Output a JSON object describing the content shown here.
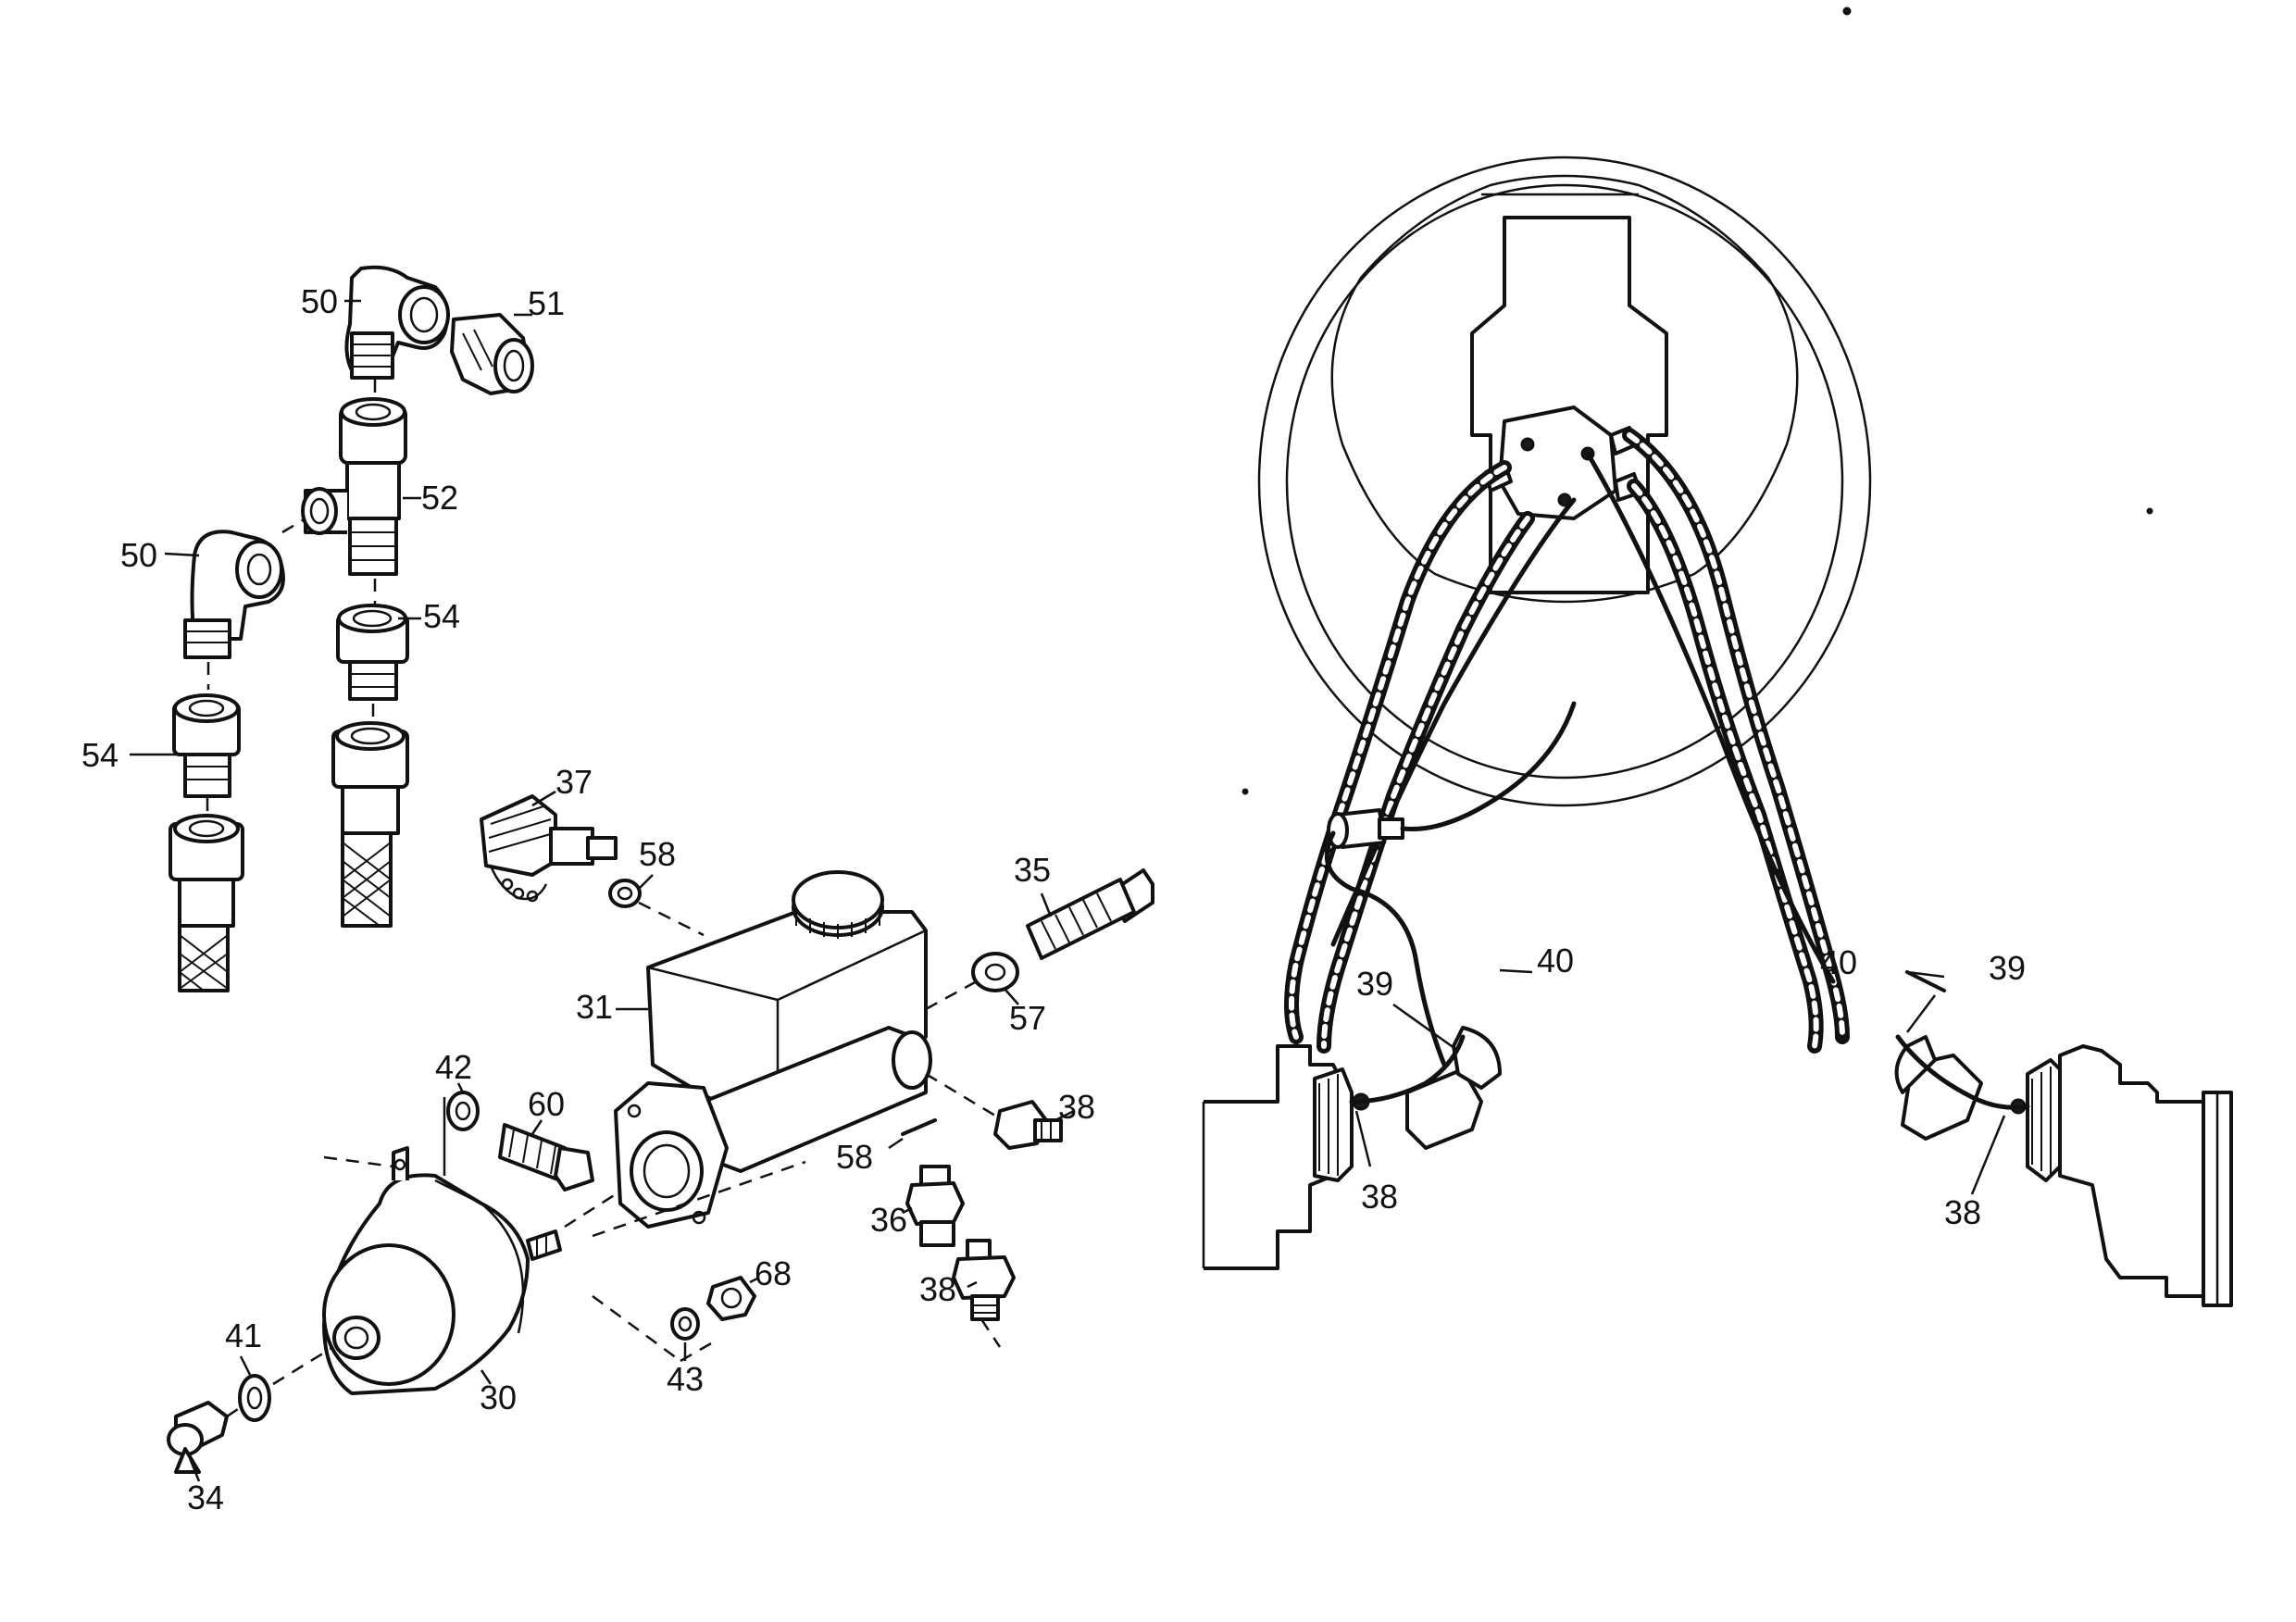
{
  "callouts": {
    "c50_top": "50",
    "c51": "51",
    "c52": "52",
    "c50_mid": "50",
    "c54_right": "54",
    "c54_left": "54",
    "c37": "37",
    "c58_top": "58",
    "c35": "35",
    "c31": "31",
    "c57": "57",
    "c42": "42",
    "c60": "60",
    "c38_mid": "38",
    "c58_mid": "58",
    "c36": "36",
    "c68": "68",
    "c38_low": "38",
    "c41": "41",
    "c43": "43",
    "c30": "30",
    "c34": "34",
    "c39_left": "39",
    "c40_left": "40",
    "c38_left": "38",
    "c40_right": "40",
    "c39_right": "39",
    "c38_right": "38"
  }
}
